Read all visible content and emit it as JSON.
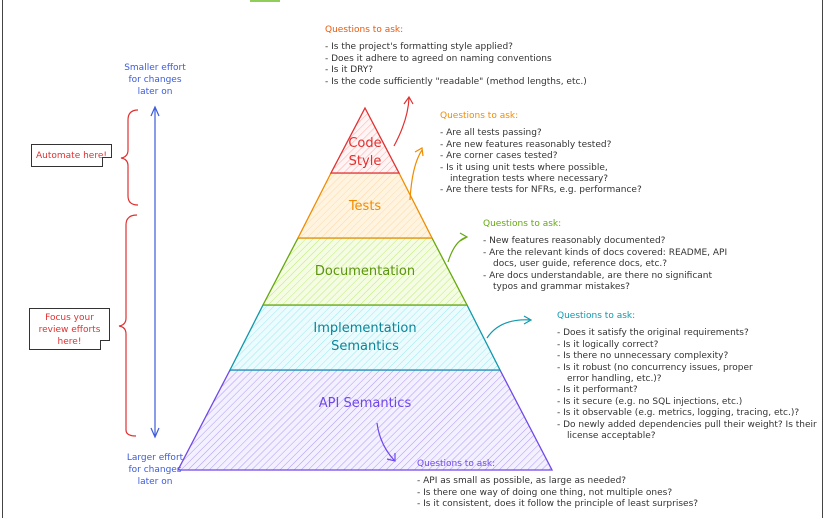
{
  "colors": {
    "code_style": "#e03131",
    "tests": "#f08c00",
    "documentation": "#66a80f",
    "implementation": "#1098ad",
    "api": "#7048e8",
    "effort": "#3b5bdb"
  },
  "pyramid": {
    "code_style": [
      "Code",
      "Style"
    ],
    "tests": "Tests",
    "documentation": "Documentation",
    "implementation": [
      "Implementation",
      "Semantics"
    ],
    "api": "API Semantics"
  },
  "effort": {
    "top": [
      "Smaller effort",
      "for changes",
      "later on"
    ],
    "bottom": [
      "Larger effort",
      "for changes",
      "later on"
    ]
  },
  "notes": {
    "automate": "Automate here!",
    "focus": [
      "Focus your",
      "review efforts",
      "here!"
    ]
  },
  "questions": {
    "code_style": {
      "heading": "Questions to ask:",
      "items": [
        "Is the project's formatting style applied?",
        "Does it adhere to agreed on naming conventions",
        "Is it DRY?",
        "Is the code sufficiently \"readable\" (method lengths, etc.)"
      ]
    },
    "tests": {
      "heading": "Questions to ask:",
      "items": [
        "Are all tests passing?",
        "Are new features reasonably tested?",
        "Are corner cases tested?",
        "Is it using unit tests where possible, integration tests where necessary?",
        "Are there tests for NFRs, e.g. performance?"
      ]
    },
    "documentation": {
      "heading": "Questions to ask:",
      "items": [
        "New features reasonably documented?",
        "Are the relevant kinds of docs covered: README, API docs, user guide, reference docs, etc.?",
        "Are docs understandable, are there no significant typos and grammar mistakes?"
      ]
    },
    "implementation": {
      "heading": "Questions to ask:",
      "items": [
        "Does it satisfy the original requirements?",
        "Is it logically correct?",
        "Is there no unnecessary complexity?",
        "Is it robust (no concurrency issues, proper error handling, etc.)?",
        "Is it performant?",
        "Is it secure (e.g. no SQL injections, etc.)",
        "Is it observable (e.g. metrics, logging, tracing, etc.)?",
        "Do newly added dependencies pull their weight? Is their license acceptable?"
      ]
    },
    "api": {
      "heading": "Questions to ask:",
      "items": [
        "API as small as possible, as large as needed?",
        "Is there one way of doing one thing, not multiple ones?",
        "Is it consistent, does it follow the principle of least surprises?"
      ]
    }
  }
}
